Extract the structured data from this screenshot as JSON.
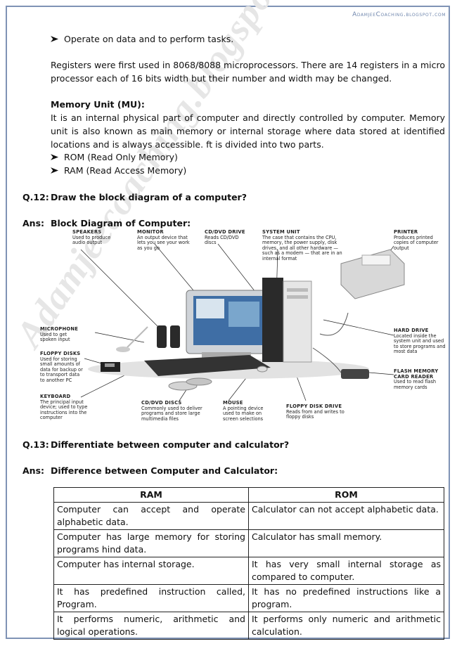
{
  "site": "AdamjeeCoaching.blogspot.com",
  "watermark": "Adamjeecoaching.blogspot.com",
  "bullet_top": "Operate on data and to perform tasks.",
  "registers_para": "Registers were first used in 8068/8088 microprocessors. There are 14 registers in a micro processor each of 16 bits width but their number and width may be changed.",
  "memory": {
    "heading": "Memory Unit (MU):",
    "para": "It is an internal physical part of computer and directly controlled by computer. Memory unit is also known as main memory or internal storage where data stored at identified locations and is always accessible. ft is divided into two parts.",
    "items": [
      "ROM (Read Only Memory)",
      "RAM (Read Access Memory)"
    ]
  },
  "q12": {
    "num": "Q.12:",
    "text": "Draw the block diagram of a computer?",
    "ans": "Ans:",
    "ans_text": "Block Diagram of Computer:"
  },
  "diagram_labels": {
    "speakers": {
      "title": "SPEAKERS",
      "desc": "Used to produce audio output"
    },
    "monitor": {
      "title": "MONITOR",
      "desc": "An output device that lets you see your work as you go"
    },
    "cddrive": {
      "title": "CD/DVD DRIVE",
      "desc": "Reads CD/DVD discs"
    },
    "sysunit": {
      "title": "SYSTEM UNIT",
      "desc": "The case that contains the CPU, memory, the power supply, disk drives, and all other hardware — such as a modem — that are in an internal format"
    },
    "printer": {
      "title": "PRINTER",
      "desc": "Produces printed copies of computer output"
    },
    "microphone": {
      "title": "MICROPHONE",
      "desc": "Used to get spoken input"
    },
    "floppy": {
      "title": "FLOPPY DISKS",
      "desc": "Used for storing small amounts of data for backup or to transport data to another PC"
    },
    "harddrive": {
      "title": "HARD DRIVE",
      "desc": "Located inside the system unit and used to store programs and most data"
    },
    "flash": {
      "title": "FLASH MEMORY CARD READER",
      "desc": "Used to read flash memory cards"
    },
    "keyboard": {
      "title": "KEYBOARD",
      "desc": "The principal input device; used to type instructions into the computer"
    },
    "cddiscs": {
      "title": "CD/DVD DISCS",
      "desc": "Commonly used to deliver programs and store large multimedia files"
    },
    "mouse": {
      "title": "MOUSE",
      "desc": "A pointing device used to make on screen selections"
    },
    "floppydrive": {
      "title": "FLOPPY DISK DRIVE",
      "desc": "Reads from and writes to floppy disks"
    }
  },
  "q13": {
    "num": "Q.13:",
    "text": "Differentiate between computer and calculator?",
    "ans": "Ans:",
    "ans_text": "Difference between Computer and Calculator:"
  },
  "table": {
    "headers": [
      "RAM",
      "ROM"
    ],
    "rows": [
      [
        "Computer can accept and operate alphabetic data.",
        "Calculator can not accept alphabetic data."
      ],
      [
        "Computer has large memory for storing programs hind data.",
        "Calculator has small memory."
      ],
      [
        "Computer has internal storage.",
        "It has very small internal storage as compared to computer."
      ],
      [
        "It has predefined instruction called, Program.",
        "It has no predefined instructions like a program."
      ],
      [
        "It performs numeric, arithmetic and logical operations.",
        "It performs only numeric and arithmetic calculation."
      ]
    ]
  }
}
